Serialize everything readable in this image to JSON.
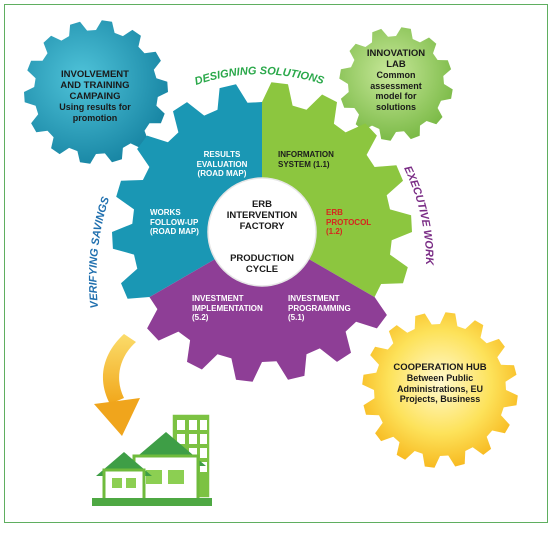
{
  "center": {
    "title_1": "ERB",
    "title_2": "INTERVENTION",
    "title_3": "FACTORY",
    "subtitle_1": "PRODUCTION",
    "subtitle_2": "CYCLE"
  },
  "arc_labels": {
    "designing": "DESIGNING SOLUTIONS",
    "executive": "EXECUTIVE WORKS",
    "verifying": "VERIFYING SAVINGS"
  },
  "segments": {
    "results_evaluation": [
      "RESULTS",
      "EVALUATION",
      "(ROAD MAP)"
    ],
    "information_system": [
      "INFORMATION",
      "SYSTEM (1.1)"
    ],
    "erb_protocol": [
      "ERB",
      "PROTOCOL",
      "(1.2)"
    ],
    "works_followup": [
      "WORKS",
      "FOLLOW-UP",
      "(ROAD MAP)"
    ],
    "investment_implementation": [
      "INVESTMENT",
      "IMPLEMENTATION",
      "(5.2)"
    ],
    "investment_programming": [
      "INVESTMENT",
      "PROGRAMMING",
      "(5.1)"
    ]
  },
  "bubbles": {
    "involvement": {
      "title_1": "INVOLVEMENT",
      "title_2": "AND TRAINING",
      "title_3": "CAMPAING",
      "sub_1": "Using results for",
      "sub_2": "promotion"
    },
    "innovation": {
      "title_1": "INNOVATION",
      "title_2": "LAB",
      "sub_1": "Common",
      "sub_2": "assessment",
      "sub_3": "model for",
      "sub_4": "solutions"
    },
    "cooperation": {
      "title_1": "COOPERATION HUB",
      "sub_1": "Between Public",
      "sub_2": "Administrations, EU",
      "sub_3": "Projects, Business"
    }
  },
  "colors": {
    "teal": "#1a97b4",
    "green": "#8cc63f",
    "purple": "#8e3e96",
    "accent_red": "#d7261e",
    "arc_green": "#2aa84a",
    "arc_purple": "#7b2e86",
    "arc_blue": "#1f6fae",
    "frame": "#5fae60"
  },
  "icons": [
    "down-arrow-icon",
    "green-buildings-icon"
  ]
}
